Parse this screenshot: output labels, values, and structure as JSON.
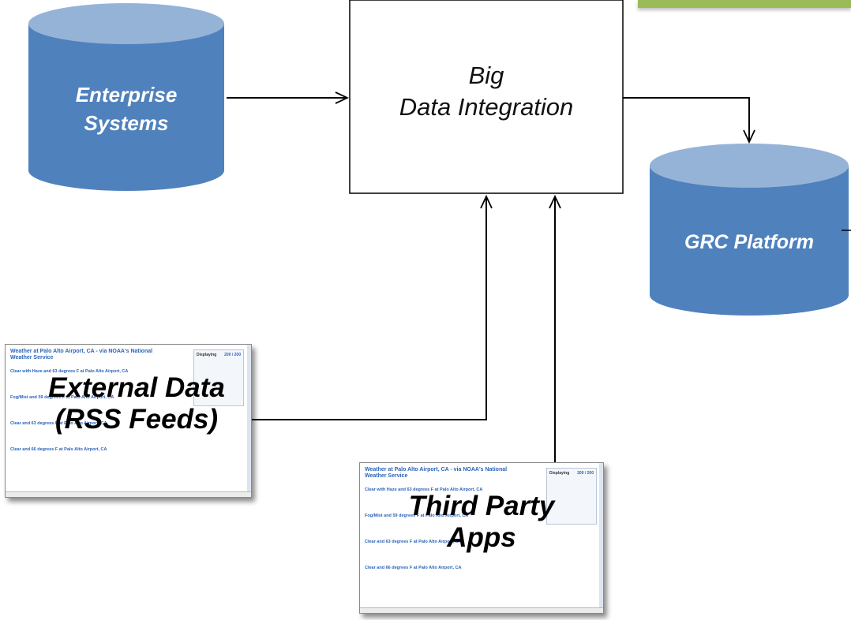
{
  "nodes": {
    "enterprise": "Enterprise Systems",
    "integration": "Big Data Integration",
    "grc": "GRC Platform",
    "external": "External Data (RSS Feeds)",
    "third_party": "Third Party Apps"
  },
  "enterprise_lines": [
    "Enterprise",
    "Systems"
  ],
  "integration_lines": [
    "Big",
    "Data Integration"
  ],
  "external_lines": [
    "External Data",
    "(RSS Feeds)"
  ],
  "third_party_lines": [
    "Third Party",
    "Apps"
  ],
  "feed": {
    "title": "Weather at Palo Alto Airport, CA - via NOAA's National Weather Service",
    "items": [
      "Clear with Haze and 63 degrees F at Palo Alto Airport, CA",
      "Fog/Mist and 59 degrees F at Palo Alto Airport, CA",
      "Clear and 63 degrees F at Palo Alto Airport, CA",
      "Clear and 66 degrees F at Palo Alto Airport, CA"
    ],
    "sidebar_header": "Displaying",
    "sidebar_count": "200 / 200"
  },
  "colors": {
    "cylinder_body": "#4f81bd",
    "cylinder_top": "#95b3d7",
    "accent_bar": "#9bbb59"
  }
}
